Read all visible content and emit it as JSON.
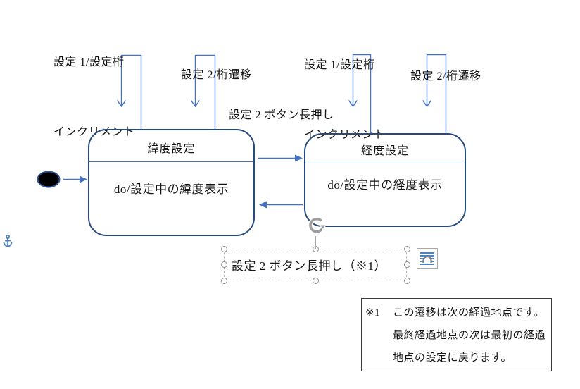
{
  "labels": {
    "loop1_line1": "設定 1/設定桁",
    "loop1_line2": "インクリメント",
    "loop2": "設定 2/桁遷移",
    "loop3_line1": "設定 1/設定桁",
    "loop3_line2": "インクリメント",
    "loop4": "設定 2/桁遷移",
    "transition_forward": "設定 2 ボタン長押し"
  },
  "states": {
    "latitude": {
      "title": "緯度設定",
      "activity": "do/設定中の緯度表示"
    },
    "longitude": {
      "title": "経度設定",
      "activity": "do/設定中の経度表示"
    }
  },
  "selection": {
    "textbox_text": "設定 2 ボタン長押し（※1）"
  },
  "note": {
    "marker": "※1",
    "line1": "この遷移は次の経過地点です。",
    "line2": "最終経過地点の次は最初の経過",
    "line3": "地点の設定に戻ります。"
  },
  "icons": {
    "anchor": "anchor-icon",
    "rotate_handle": "rotate-handle-icon",
    "layout_options": "layout-options-icon",
    "initial_state": "initial-state-dot"
  },
  "colors": {
    "state_border": "#27497e",
    "connector": "#4472c4",
    "initial_fill": "#000000",
    "note_border": "#3a3a3a",
    "handle": "#8c8c8c",
    "anchor_blue": "#4f81bd",
    "layout_lines_blue": "#2e75b6"
  }
}
